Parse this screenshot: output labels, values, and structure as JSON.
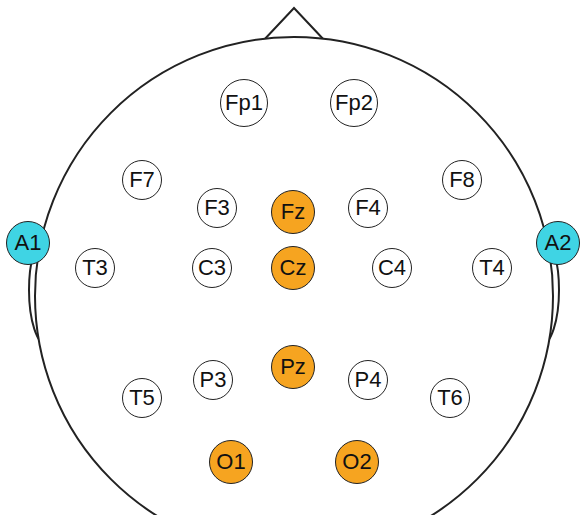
{
  "diagram": {
    "nodes": [
      {
        "text": [
          "Fp1"
        ]
      },
      {
        "text": [
          "Fp2"
        ]
      },
      {
        "text": [
          "F7"
        ]
      },
      {
        "text": [
          "F3"
        ]
      },
      {
        "text": [
          "Fz"
        ]
      },
      {
        "text": [
          "F4"
        ]
      },
      {
        "text": [
          "F8"
        ]
      },
      {
        "text": [
          "A1"
        ]
      },
      {
        "text": [
          "T3"
        ]
      },
      {
        "text": [
          "C3"
        ]
      },
      {
        "text": [
          "Cz"
        ]
      },
      {
        "text": [
          "C4"
        ]
      },
      {
        "text": [
          "T4"
        ]
      },
      {
        "text": [
          "A2"
        ]
      },
      {
        "text": [
          "T5"
        ]
      },
      {
        "text": [
          "P3"
        ]
      },
      {
        "text": [
          "Pz"
        ]
      },
      {
        "text": [
          "P4"
        ]
      },
      {
        "text": [
          "T6"
        ]
      },
      {
        "text": [
          "O1"
        ]
      },
      {
        "text": [
          "O2"
        ]
      }
    ]
  }
}
